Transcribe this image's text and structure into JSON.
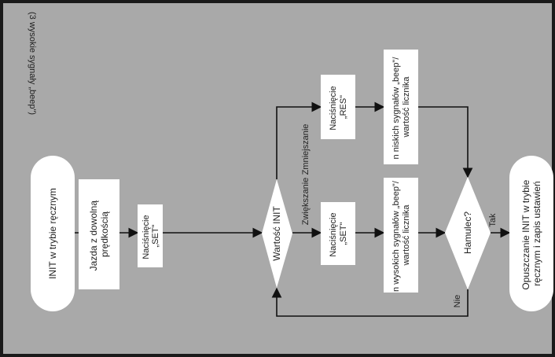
{
  "colors": {
    "background": "#a9a9a9",
    "frame": "#1a1a1a",
    "box_fill": "#ffffff",
    "line": "#111111",
    "text": "#222222"
  },
  "note": "(3 wysokie sygnały „beep\")",
  "nodes": {
    "init_start": [
      "INIT w trybie ręcznym"
    ],
    "drive": [
      "Jazda z dowolną",
      "prędkością"
    ],
    "press_set_1": [
      "Naciśnięcie",
      "„SET\""
    ],
    "decision_init": [
      "Wartość INIT"
    ],
    "press_res": [
      "Naciśnięcie",
      "„RES\""
    ],
    "press_set_2": [
      "Naciśnięcie",
      "„SET\""
    ],
    "low_beeps": [
      "n niskich sygnałów „beep\"/",
      "wartość licznika"
    ],
    "high_beeps": [
      "n wysokich sygnałów „beep\"/",
      "wartość licznika"
    ],
    "decision_brake": [
      "Hamulec?"
    ],
    "exit_init": [
      "Opuszczanie INIT w trybie",
      "ręcznym i zapis ustawień"
    ]
  },
  "edge_labels": {
    "decrease": "Zmniejszanie",
    "increase": "Zwiększanie",
    "yes": "Tak",
    "no": "Nie"
  }
}
